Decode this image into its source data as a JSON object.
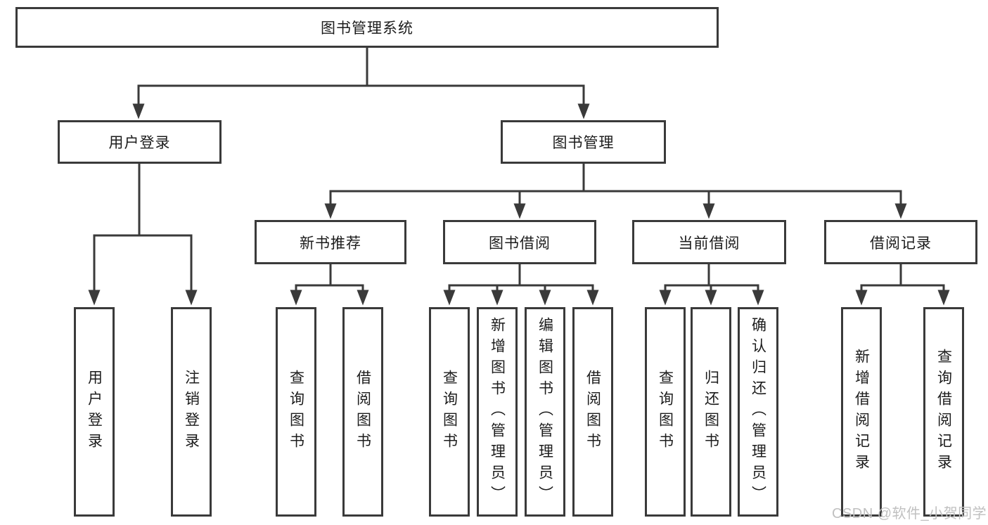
{
  "diagram_title": "图书管理系统",
  "tree": {
    "root": {
      "label": "图书管理系统"
    },
    "branches": [
      {
        "label": "用户登录",
        "children": [
          {
            "label": "用户登录"
          },
          {
            "label": "注销登录"
          }
        ]
      },
      {
        "label": "图书管理",
        "children": [
          {
            "label": "新书推荐",
            "children": [
              {
                "label": "查询图书"
              },
              {
                "label": "借阅图书"
              }
            ]
          },
          {
            "label": "图书借阅",
            "children": [
              {
                "label": "查询图书"
              },
              {
                "label": "新增图书（管理员）"
              },
              {
                "label": "编辑图书（管理员）"
              },
              {
                "label": "借阅图书"
              }
            ]
          },
          {
            "label": "当前借阅",
            "children": [
              {
                "label": "查询图书"
              },
              {
                "label": "归还图书"
              },
              {
                "label": "确认归还（管理员）"
              }
            ]
          },
          {
            "label": "借阅记录",
            "children": [
              {
                "label": "新增借阅记录"
              },
              {
                "label": "查询借阅记录"
              }
            ]
          }
        ]
      }
    ]
  },
  "watermark": {
    "text": "CSDN @软件_小贺同学"
  },
  "colors": {
    "line": "#3a3a3a",
    "border": "#3a3a3a",
    "text": "#1c1c1c",
    "watermark": "#c0c0c0",
    "background": "#ffffff"
  }
}
